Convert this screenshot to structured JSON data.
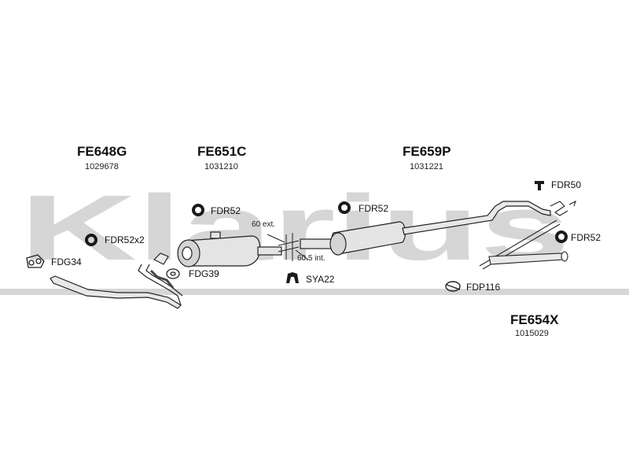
{
  "watermark": {
    "text": "Klarius",
    "color": "#d6d6d6"
  },
  "groups": [
    {
      "code": "FE648G",
      "number": "1029678"
    },
    {
      "code": "FE651C",
      "number": "1031210"
    },
    {
      "code": "FE659P",
      "number": "1031221"
    },
    {
      "code": "FE654X",
      "number": "1015029"
    }
  ],
  "labels": {
    "fdg34": "FDG34",
    "fdr52x2": "FDR52x2",
    "fdg39": "FDG39",
    "fdr52_a": "FDR52",
    "sya22": "SYA22",
    "fdr52_b": "FDR52",
    "fdp116": "FDP116",
    "fdr50": "FDR50",
    "fdr52_c": "FDR52"
  },
  "dimensions": {
    "ext": "60 ext.",
    "int": "60.5 int."
  },
  "colors": {
    "part_fill": "#e4e4e4",
    "part_stroke": "#222222",
    "mount": "#1a1a1a"
  }
}
